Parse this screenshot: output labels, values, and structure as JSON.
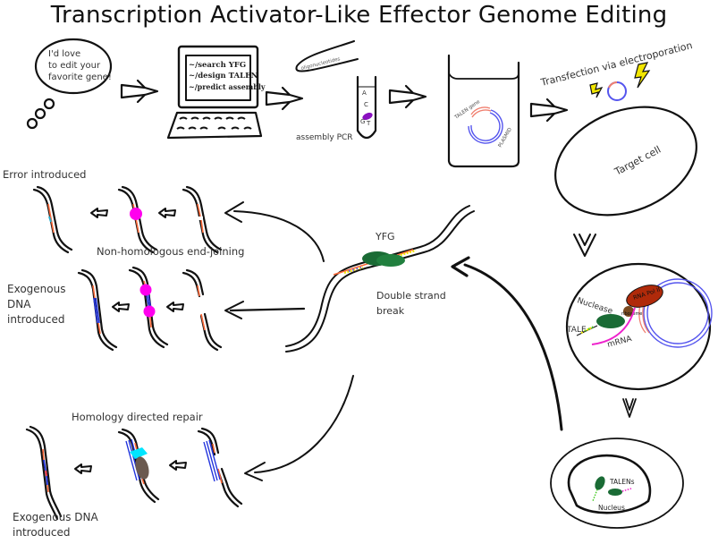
{
  "title": "Transcription Activator-Like Effector Genome Editing",
  "colors": {
    "ink": "#111111",
    "talen_gene": "#f08070",
    "plasmid": "#5555ee",
    "lightning": "#f2e600",
    "talen_protein": "#1a6b35",
    "rna_pol": "#b02a0a",
    "ribosome": "#7a4a20",
    "mrna": "#ee22cc",
    "repair_enzyme": "#ff00ee",
    "exogenous_dna": "#2233dd",
    "hdr_cyan": "#00e5ff",
    "hdr_brown": "#6b5a50",
    "oligo_purple": "#8a10c0",
    "target_orange": "#ff6a3a"
  },
  "step1": {
    "thought_line1": "I'd love",
    "thought_line2": "to edit your",
    "thought_line3": "favorite gene!"
  },
  "computer": {
    "line1": "~/search YFG",
    "line2": "~/design TALEN",
    "line3": "~/predict assembly"
  },
  "pcr": {
    "oligo_label": "oligonucleotides",
    "tube_letters": [
      "A",
      "C",
      "G",
      "T"
    ],
    "label": "assembly PCR"
  },
  "plasmid": {
    "gene_label": "TALEN gene",
    "backbone_label": "PLASMID"
  },
  "transfection": {
    "label": "Transfection via electroporation",
    "cell_label": "Target cell"
  },
  "expression": {
    "nuclease": "Nuclease",
    "tale": "TALE",
    "mrna": "mRNA",
    "ribosome": "ribosome",
    "rna_pol": "RNA Pol II"
  },
  "nucleus_cell": {
    "talens": "TALENs",
    "nucleus": "Nucleus"
  },
  "dsb": {
    "gene": "YFG",
    "line1": "Double strand",
    "line2": "break"
  },
  "nhej": {
    "label": "Non-homologous end-joining",
    "outcome1": "Error introduced",
    "outcome2_line1": "Exogenous",
    "outcome2_line2": "DNA",
    "outcome2_line3": "introduced"
  },
  "hdr": {
    "label": "Homology directed repair",
    "outcome_line1": "Exogenous DNA",
    "outcome_line2": "introduced"
  }
}
